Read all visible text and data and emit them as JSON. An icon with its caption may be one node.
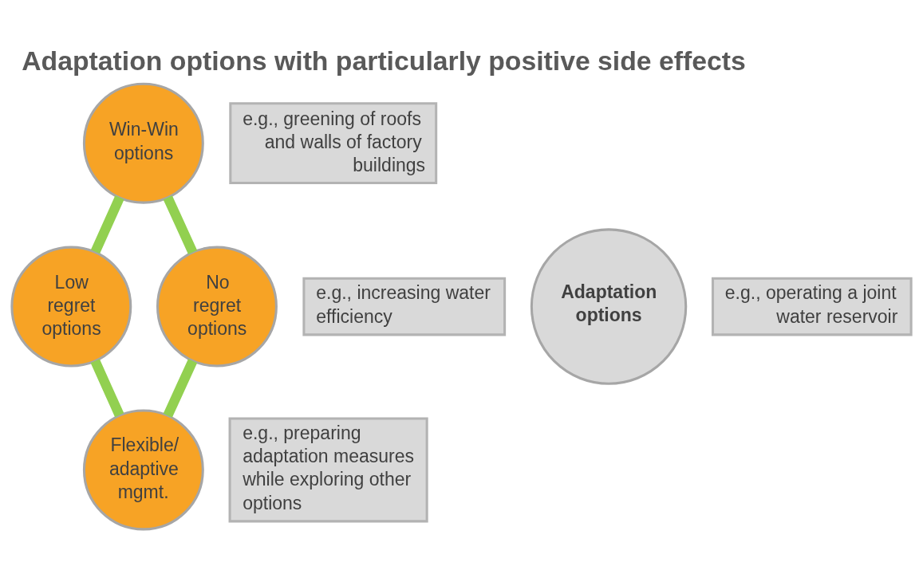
{
  "diagram": {
    "title": "Adaptation options with particularly positive side effects",
    "nodes": [
      {
        "text": [
          "Adaptation options"
        ]
      },
      {
        "text": [
          "Win-Win options"
        ]
      },
      {
        "text": [
          "e.g., greening of roofs and walls of factory buildings"
        ]
      },
      {
        "text": [
          "No regret options"
        ]
      },
      {
        "text": [
          "e.g., increasing water efficiency"
        ]
      },
      {
        "text": [
          "Low regret options"
        ]
      },
      {
        "text": [
          "e.g., operating a joint water reservoir"
        ]
      },
      {
        "text": [
          "Flexible/ adaptive mgmt."
        ]
      },
      {
        "text": [
          "e.g., preparing adaptation measures while exploring other options"
        ]
      }
    ],
    "edges": [
      {
        "from": 1,
        "to": 5,
        "arrow": "none"
      },
      {
        "from": 5,
        "to": 7,
        "arrow": "none"
      },
      {
        "from": 7,
        "to": 3,
        "arrow": "none"
      },
      {
        "from": 3,
        "to": 1,
        "arrow": "none"
      }
    ]
  }
}
